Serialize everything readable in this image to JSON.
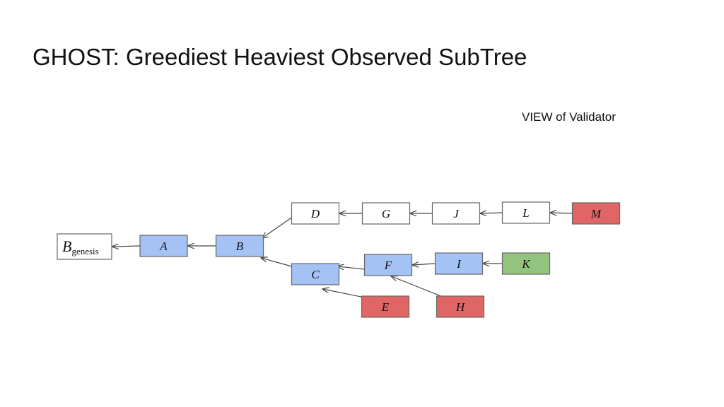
{
  "title": "GHOST: Greediest Heaviest Observed SubTree",
  "subtitle": "VIEW of Validator",
  "colors": {
    "white": "#ffffff",
    "blue": "#a4c2f4",
    "red": "#e06666",
    "green": "#93c47d",
    "border": "#666666"
  },
  "genesis": {
    "main": "B",
    "sub": "genesis"
  },
  "nodes": [
    {
      "id": "A",
      "label": "A",
      "color": "blue"
    },
    {
      "id": "B",
      "label": "B",
      "color": "blue"
    },
    {
      "id": "C",
      "label": "C",
      "color": "blue"
    },
    {
      "id": "D",
      "label": "D",
      "color": "white"
    },
    {
      "id": "E",
      "label": "E",
      "color": "red"
    },
    {
      "id": "F",
      "label": "F",
      "color": "blue"
    },
    {
      "id": "G",
      "label": "G",
      "color": "white"
    },
    {
      "id": "H",
      "label": "H",
      "color": "red"
    },
    {
      "id": "I",
      "label": "I",
      "color": "blue"
    },
    {
      "id": "J",
      "label": "J",
      "color": "white"
    },
    {
      "id": "K",
      "label": "K",
      "color": "green"
    },
    {
      "id": "L",
      "label": "L",
      "color": "white"
    },
    {
      "id": "M",
      "label": "M",
      "color": "red"
    }
  ],
  "edges": [
    {
      "from": "A",
      "to": "genesis"
    },
    {
      "from": "B",
      "to": "A"
    },
    {
      "from": "D",
      "to": "B"
    },
    {
      "from": "C",
      "to": "B"
    },
    {
      "from": "G",
      "to": "D"
    },
    {
      "from": "J",
      "to": "G"
    },
    {
      "from": "L",
      "to": "J"
    },
    {
      "from": "M",
      "to": "L"
    },
    {
      "from": "F",
      "to": "C"
    },
    {
      "from": "E",
      "to": "C"
    },
    {
      "from": "I",
      "to": "F"
    },
    {
      "from": "H",
      "to": "F"
    },
    {
      "from": "K",
      "to": "I"
    }
  ]
}
